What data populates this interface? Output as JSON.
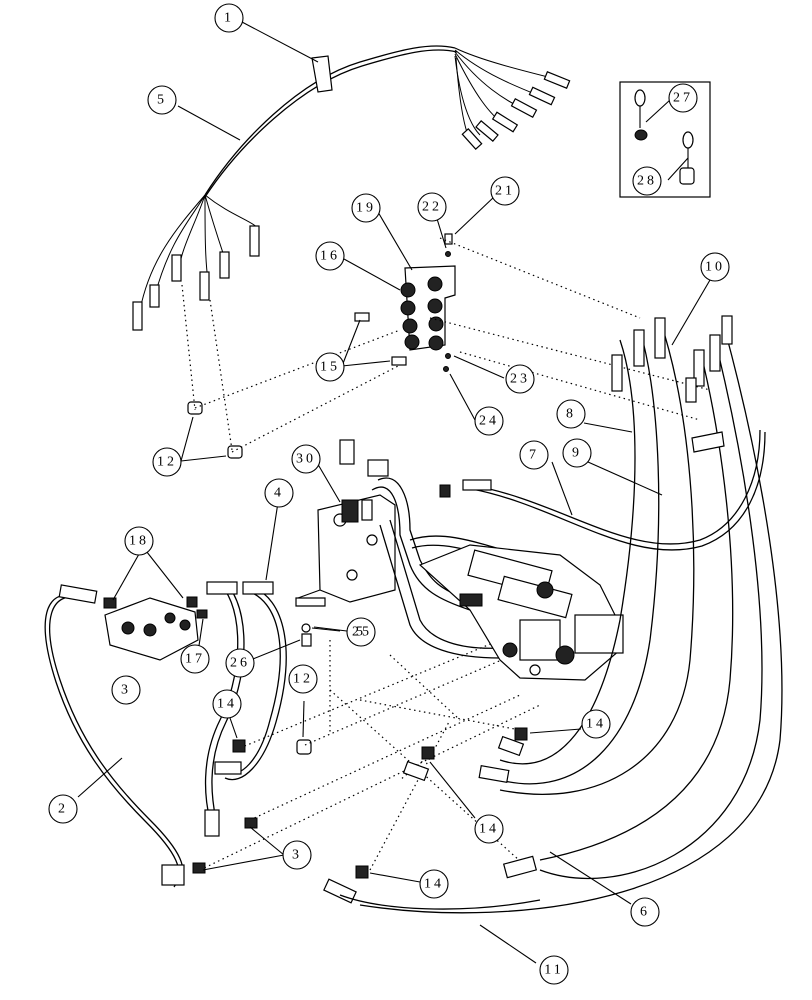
{
  "callouts": [
    {
      "id": "c1",
      "label": "1"
    },
    {
      "id": "c2",
      "label": "2"
    },
    {
      "id": "c3a",
      "label": "3"
    },
    {
      "id": "c3b",
      "label": "3"
    },
    {
      "id": "c4",
      "label": "4"
    },
    {
      "id": "c5a",
      "label": "5"
    },
    {
      "id": "c5b",
      "label": "5"
    },
    {
      "id": "c6",
      "label": "6"
    },
    {
      "id": "c7",
      "label": "7"
    },
    {
      "id": "c8",
      "label": "8"
    },
    {
      "id": "c9",
      "label": "9"
    },
    {
      "id": "c10",
      "label": "10"
    },
    {
      "id": "c11",
      "label": "11"
    },
    {
      "id": "c12a",
      "label": "12"
    },
    {
      "id": "c12b",
      "label": "12"
    },
    {
      "id": "c14a",
      "label": "14"
    },
    {
      "id": "c14b",
      "label": "14"
    },
    {
      "id": "c14c",
      "label": "14"
    },
    {
      "id": "c14d",
      "label": "14"
    },
    {
      "id": "c15",
      "label": "15"
    },
    {
      "id": "c16",
      "label": "16"
    },
    {
      "id": "c17",
      "label": "17"
    },
    {
      "id": "c18",
      "label": "18"
    },
    {
      "id": "c19",
      "label": "19"
    },
    {
      "id": "c21",
      "label": "21"
    },
    {
      "id": "c22",
      "label": "22"
    },
    {
      "id": "c23",
      "label": "23"
    },
    {
      "id": "c24",
      "label": "24"
    },
    {
      "id": "c25",
      "label": "25"
    },
    {
      "id": "c26",
      "label": "26"
    },
    {
      "id": "c27",
      "label": "27"
    },
    {
      "id": "c28",
      "label": "28"
    },
    {
      "id": "c30",
      "label": "30"
    }
  ]
}
